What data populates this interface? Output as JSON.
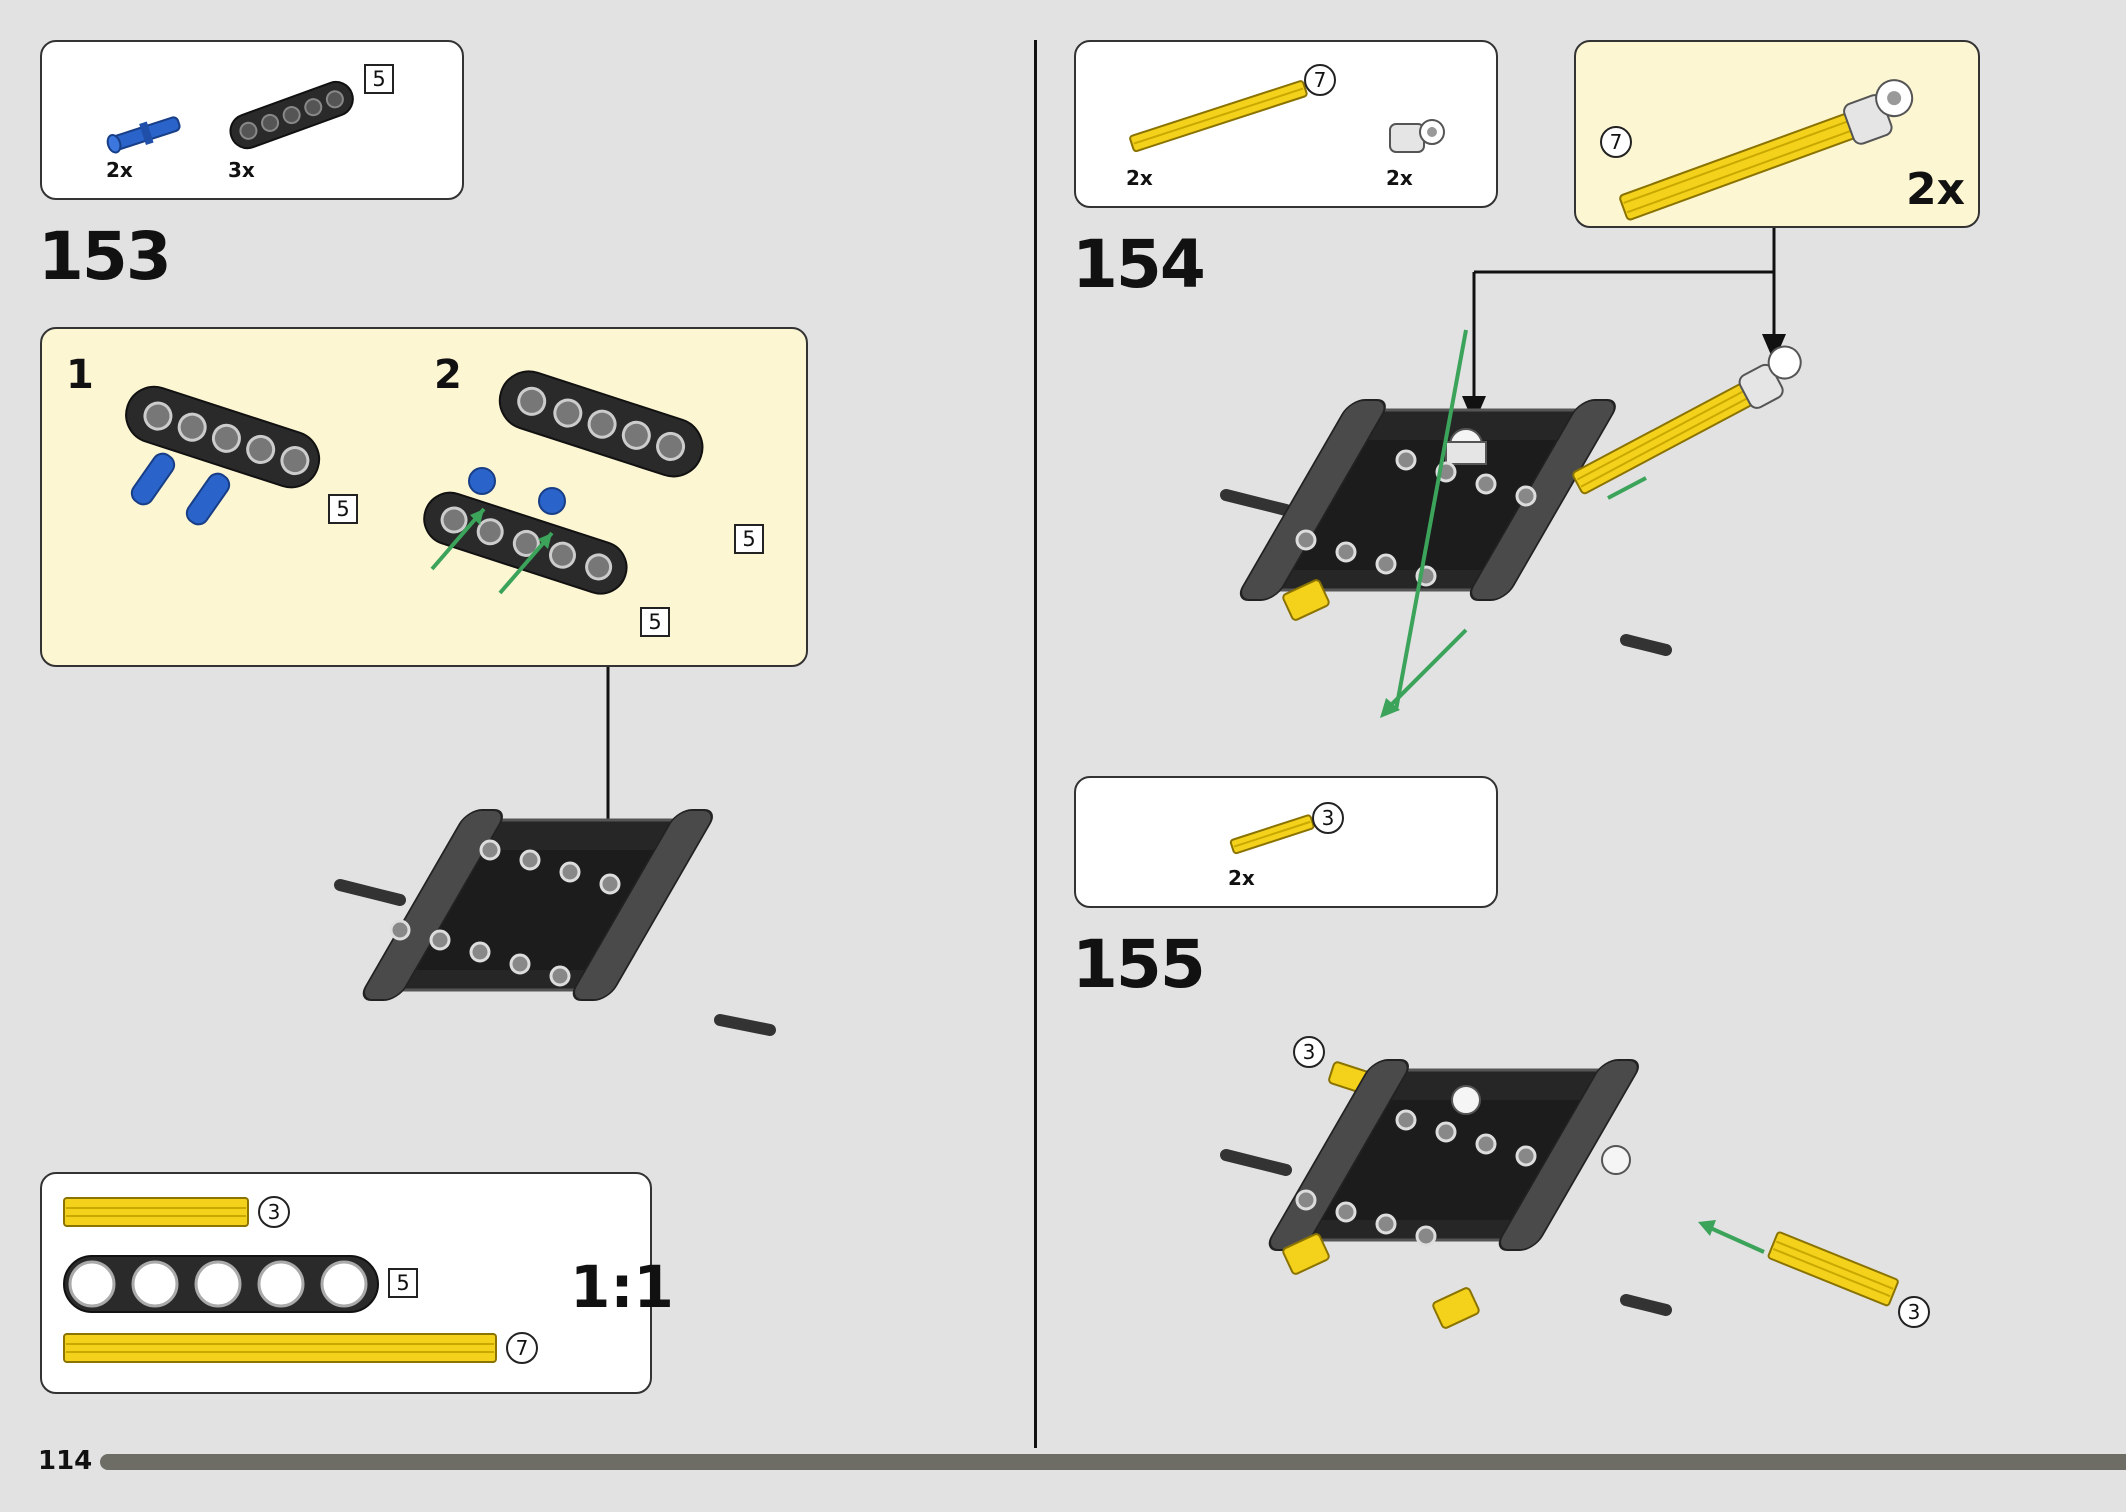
{
  "page_number": "114",
  "colors": {
    "page_bg": "#e2e2e2",
    "callout_bg": "#fdf6d3",
    "beam": "#2a2a2a",
    "axle_yellow": "#f4d21b",
    "pin_blue": "#2a63c9",
    "arrow_green": "#3ca35a"
  },
  "left": {
    "parts_list": {
      "items": [
        {
          "qty": "2x",
          "icon": "blue-axle-pin"
        },
        {
          "qty": "3x",
          "icon": "black-beam-5",
          "length": "5"
        }
      ]
    },
    "step": {
      "number": "153",
      "substeps": [
        {
          "number": "1",
          "length": "5"
        },
        {
          "number": "2",
          "lengths": [
            "5",
            "5"
          ]
        }
      ]
    },
    "scale_guide": {
      "items": [
        {
          "length": "3"
        },
        {
          "length": "5"
        },
        {
          "length": "7"
        }
      ],
      "label": "1:1"
    }
  },
  "right": {
    "step154": {
      "number": "154",
      "parts_list": [
        {
          "qty": "2x",
          "length": "7",
          "icon": "yellow-axle-7"
        },
        {
          "qty": "2x",
          "icon": "gray-axle-connector"
        }
      ],
      "callout": {
        "length": "7",
        "multiplier": "2x"
      }
    },
    "step155": {
      "number": "155",
      "parts_list": [
        {
          "qty": "2x",
          "length": "3",
          "icon": "yellow-axle-3"
        }
      ],
      "callouts": [
        "3",
        "3"
      ]
    }
  }
}
